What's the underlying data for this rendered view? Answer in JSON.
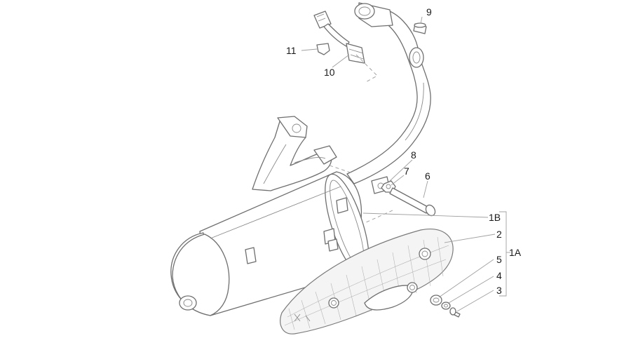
{
  "callouts": {
    "c9": "9",
    "c11": "11",
    "c10": "10",
    "c8": "8",
    "c7": "7",
    "c6": "6",
    "c1B": "1B",
    "c2": "2",
    "c5": "5",
    "c1A": "1A",
    "c4": "4",
    "c3": "3"
  }
}
